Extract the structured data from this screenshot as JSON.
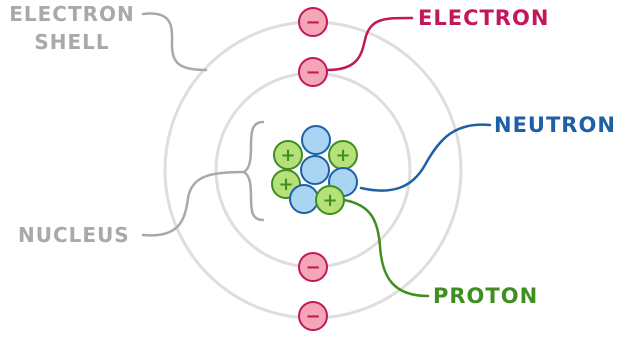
{
  "labels": {
    "electron_shell_line1": "ELECTRON",
    "electron_shell_line2": "SHELL",
    "electron": "ELECTRON",
    "neutron": "NEUTRON",
    "nucleus": "NUCLEUS",
    "proton": "PROTON"
  },
  "symbols": {
    "electron": "−",
    "proton": "+"
  },
  "colors": {
    "gray_label": "#a9a9a9",
    "electron": "#c2185b",
    "electron_fill": "#f4a6b6",
    "neutron": "#1f5fa6",
    "neutron_fill": "#a9d4f2",
    "proton": "#3f8f1f",
    "proton_fill": "#b5e07a",
    "shell": "#d9d9d9"
  }
}
